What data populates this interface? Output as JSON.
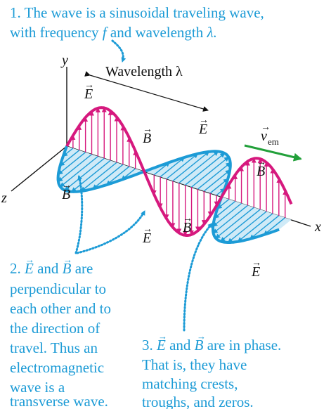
{
  "note1": {
    "line1": "1. The wave is a sinusoidal traveling wave,",
    "line2_pre": "with frequency ",
    "line2_f": "f",
    "line2_mid": " and wavelength ",
    "line2_lambda": "λ."
  },
  "wavelength_label": "Wavelength λ",
  "axes": {
    "x": "x",
    "y": "y",
    "z": "z"
  },
  "velocity_label": {
    "v": "v",
    "sub": "em"
  },
  "vector_letters": {
    "E": "E",
    "B": "B",
    "arrow": "→"
  },
  "note2": {
    "line1_num": "2. ",
    "line1_E": "E",
    "line1_and": " and ",
    "line1_B": "B",
    "line1_are": " are",
    "lines": [
      "perpendicular to",
      "each other and to",
      "the direction of",
      "travel. Thus an",
      "electromagnetic",
      "wave is a",
      "transverse wave."
    ]
  },
  "note3": {
    "line1_num": "3. ",
    "line1_E": "E",
    "line1_and": " and ",
    "line1_B": "B",
    "line1_rest": " are in phase.",
    "lines": [
      "That is, they have",
      "matching crests,",
      "troughs, and zeros."
    ]
  },
  "colors": {
    "e_field": "#D6197E",
    "b_field": "#1C9BD6",
    "b_fill": "#CFEAF7",
    "velocity": "#22A03A",
    "annotation": "#1C9BD6",
    "axis": "#111111"
  }
}
